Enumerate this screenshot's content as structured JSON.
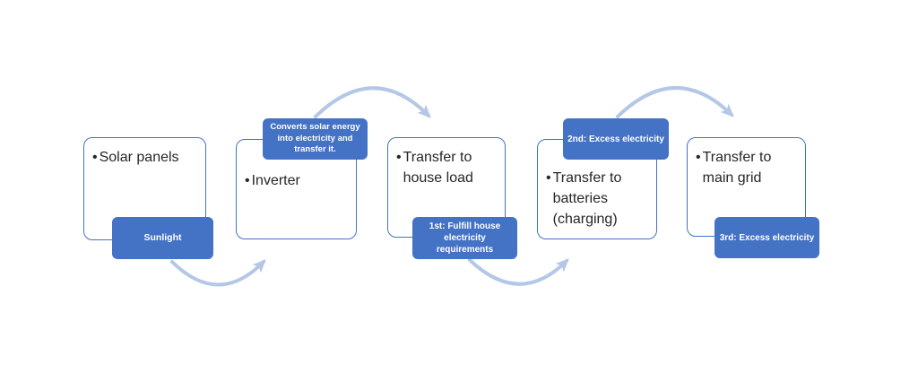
{
  "diagram": {
    "type": "process-flow",
    "bullet": "•",
    "steps": [
      {
        "label": "Solar panels",
        "badge": "Sunlight",
        "badge_position": "bottom"
      },
      {
        "label": "Inverter",
        "badge": "Converts solar energy into electricity and transfer it.",
        "badge_position": "top"
      },
      {
        "label": "Transfer to house load",
        "badge": "1st: Fulfill house electricity requirements",
        "badge_position": "bottom"
      },
      {
        "label": "Transfer to batteries (charging)",
        "badge": "2nd: Excess electricity",
        "badge_position": "top"
      },
      {
        "label": "Transfer to main grid",
        "badge": "3rd: Excess electricity",
        "badge_position": "bottom"
      }
    ],
    "arrows": [
      {
        "from": "Solar panels",
        "to": "Inverter",
        "curve": "under"
      },
      {
        "from": "Inverter",
        "to": "Transfer to house load",
        "curve": "over"
      },
      {
        "from": "Transfer to house load",
        "to": "Transfer to batteries (charging)",
        "curve": "under"
      },
      {
        "from": "Transfer to batteries (charging)",
        "to": "Transfer to main grid",
        "curve": "over"
      }
    ],
    "colors": {
      "badge_fill": "#4472C4",
      "box_border": "#4472C4",
      "box_fill": "#ffffff",
      "arrow": "#B4C7E7",
      "box_text": "#262626",
      "badge_text": "#ffffff",
      "background": "#ffffff"
    }
  }
}
